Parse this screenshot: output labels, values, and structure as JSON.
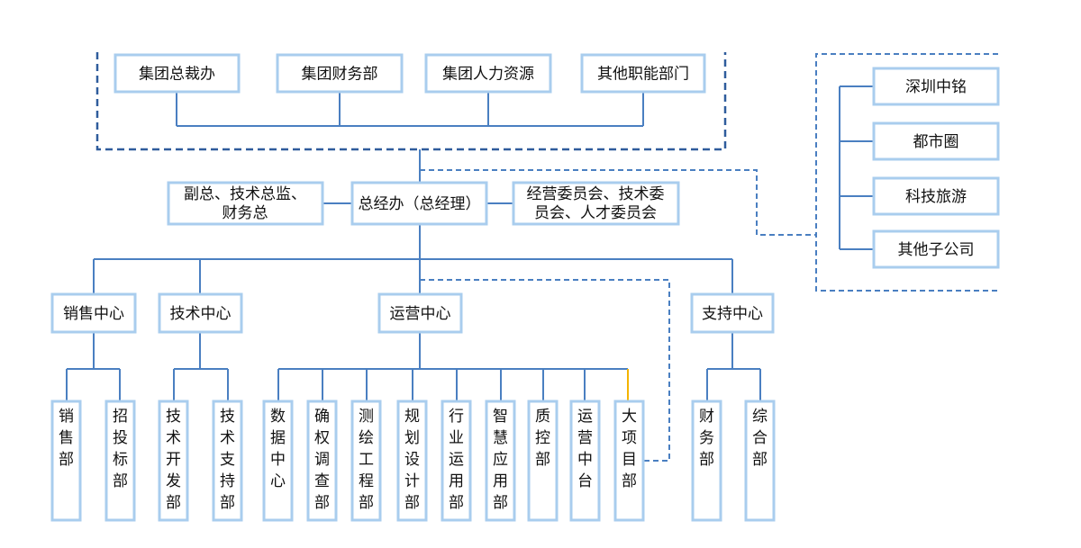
{
  "colors": {
    "box_border": "#a9cdee",
    "connector": "#4a7fc1",
    "dashed_frame": "#2f5c9c",
    "accent_connector": "#f4b400",
    "text": "#111111"
  },
  "top_group": {
    "items": [
      "集团总裁办",
      "集团财务部",
      "集团人力资源",
      "其他职能部门"
    ]
  },
  "subsidiaries": {
    "items": [
      "深圳中铭",
      "都市圈",
      "科技旅游",
      "其他子公司"
    ]
  },
  "executive": {
    "left_lines": [
      "副总、技术总监、",
      "财务总"
    ],
    "center": "总经办（总经理）",
    "right_lines": [
      "经营委员会、技术委",
      "员会、人才委员会"
    ]
  },
  "centers": [
    {
      "name": "销售中心",
      "departments": [
        "销售部",
        "招投标部"
      ]
    },
    {
      "name": "技术中心",
      "departments": [
        "技术开发部",
        "技术支持部"
      ]
    },
    {
      "name": "运营中心",
      "departments": [
        "数据中心",
        "确权调查部",
        "测绘工程部",
        "规划设计部",
        "行业运用部",
        "智慧应用部",
        "质控部",
        "运营中台",
        "大项目部"
      ]
    },
    {
      "name": "支持中心",
      "departments": [
        "财务部",
        "综合部"
      ]
    }
  ]
}
